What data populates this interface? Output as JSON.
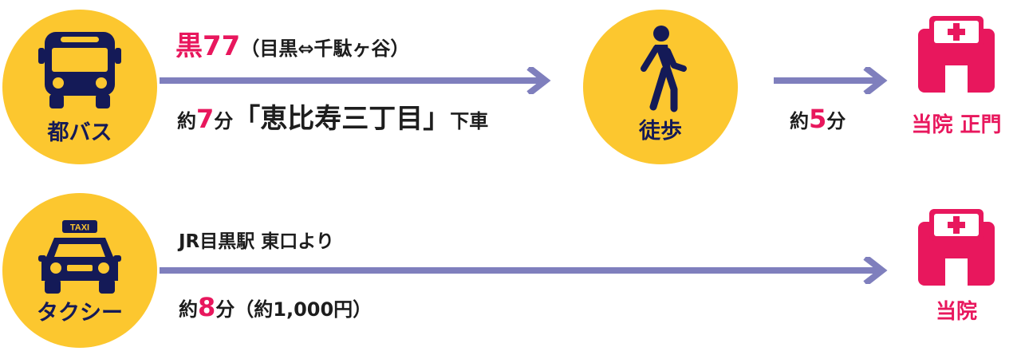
{
  "bus": {
    "label": "都バス",
    "icon": "bus-icon",
    "route_line": "黒77",
    "route_detail": "（目黒⇔千駄ヶ谷）",
    "time_prefix": "約",
    "time_value": "7",
    "time_unit": "分",
    "stop_open": "「",
    "stop_name": "恵比寿三丁目",
    "stop_close": "」",
    "stop_suffix": "下車"
  },
  "walk": {
    "label": "徒歩",
    "icon": "walking-person-icon",
    "time_prefix": "約",
    "time_value": "5",
    "time_unit": "分",
    "destination": "当院 正門",
    "destination_icon": "hospital-icon"
  },
  "taxi": {
    "label": "タクシー",
    "icon": "taxi-icon",
    "sign": "TAXI",
    "from": "JR目黒駅 東口より",
    "time_prefix": "約",
    "time_value": "8",
    "time_unit": "分",
    "fare": "（約1,000円）",
    "destination": "当院",
    "destination_icon": "hospital-icon"
  },
  "colors": {
    "circle": "#fcc72f",
    "icon_navy": "#141a57",
    "accent_pink": "#e8175d",
    "arrow": "#7f7fbd"
  }
}
